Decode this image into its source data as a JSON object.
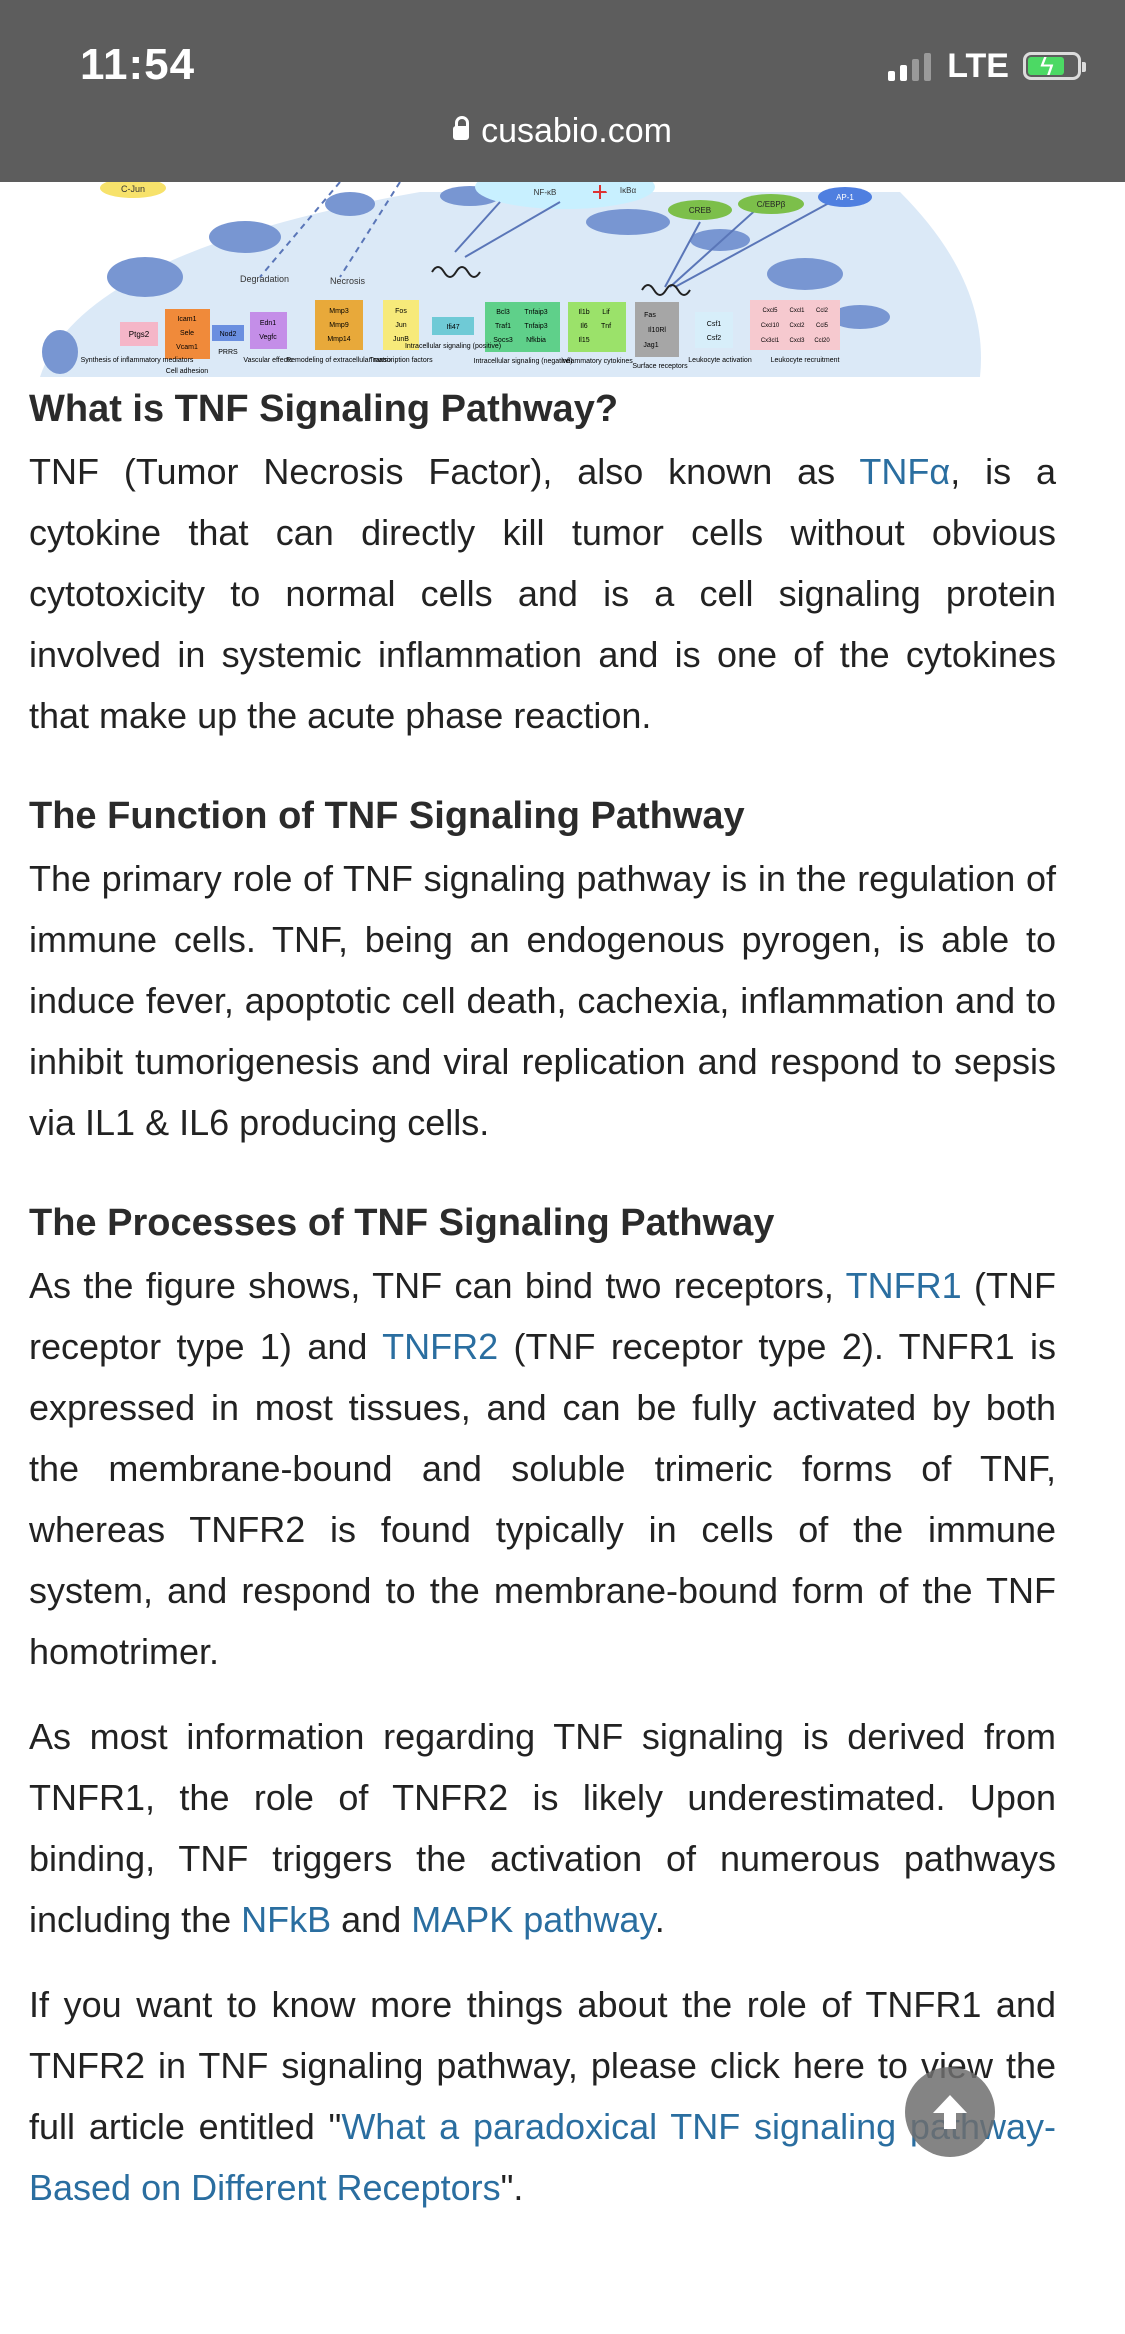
{
  "status_bar": {
    "time": "11:54",
    "network": "LTE",
    "battery_level": 0.7,
    "signal_bars_active": 2
  },
  "url_bar": {
    "domain": "cusabio.com"
  },
  "figure": {
    "labels": {
      "c_jun": "C-Jun",
      "nfkb": "NF-κB",
      "ikba": "IκBα",
      "creb": "CREB",
      "cebpb": "C/EBPβ",
      "ap1": "AP-1",
      "degradation": "Degradation",
      "necrosis": "Necrosis",
      "box_ptgs2": "Ptgs2",
      "box_icam": [
        "Icam1",
        "Sele",
        "Vcam1"
      ],
      "box_nod2": "Nod2",
      "box_edn": [
        "Edn1",
        "Vegfc"
      ],
      "box_mmp": [
        "Mmp3",
        "Mmp9",
        "Mmp14"
      ],
      "box_fos": [
        "Fos",
        "Jun",
        "JunB"
      ],
      "box_ifi47": "Ifi47",
      "box_bcl3": [
        "Bcl3",
        "Traf1",
        "Socs3"
      ],
      "box_tnfaip": [
        "Tnfaip3",
        "Tnfaip3",
        "Nfkbia"
      ],
      "box_il1b": [
        "Il1b",
        "Il6",
        "Il15"
      ],
      "box_lif": [
        "Lif",
        "Tnf"
      ],
      "box_fas": [
        "Fas",
        "Il10Rl",
        "Jag1"
      ],
      "box_csf": [
        "Csf1",
        "Csf2"
      ],
      "box_cxcl": [
        "Cxcl5",
        "Cxcl1",
        "Ccl2",
        "Cxcl10",
        "Cxcl2",
        "Ccl5",
        "Cx3cl1",
        "Cxcl3",
        "Ccl20"
      ],
      "cap_synthesis": "Synthesis of inflammatory mediators",
      "cap_adhesion": "Cell adhesion",
      "cap_prrs": "PRRS",
      "cap_vascular": "Vascular effects",
      "cap_remodel": "Remodeling of extracellular matrix",
      "cap_transcription": "Transcription factors",
      "cap_intra_pos": "Intracellular signaling (positive)",
      "cap_intra_neg": "Intracellular signaling (negative)",
      "cap_inflam": "Inflammatory cytokines",
      "cap_surface": "Surface receptors",
      "cap_leuko_act": "Leukocyte activation",
      "cap_leuko_rec": "Leukocyte recruitment"
    }
  },
  "article": {
    "s1_heading": "What is TNF Signaling Pathway?",
    "s1_p1_a": "TNF (Tumor Necrosis Factor), also known as ",
    "s1_p1_link": "TNFα",
    "s1_p1_b": ", is a cytokine that can directly kill tumor cells without obvious cytotoxicity to normal cells and is a cell signaling protein involved in systemic inflammation and is one of the cytokines that make up the acute phase reaction.",
    "s2_heading": "The Function of TNF Signaling Pathway",
    "s2_p1": "The primary role of TNF signaling pathway is in the regulation of immune cells. TNF, being an endogenous pyrogen, is able to induce fever, apoptotic cell death, cachexia, inflammation and to inhibit tumorigenesis and viral replication and respond to sepsis via IL1 & IL6 producing cells.",
    "s3_heading": "The Processes of TNF Signaling Pathway",
    "s3_p1_a": "As the figure shows, TNF can bind two receptors, ",
    "s3_p1_link1": "TNFR1",
    "s3_p1_b": " (TNF receptor type 1) and ",
    "s3_p1_link2": "TNFR2",
    "s3_p1_c": " (TNF receptor type 2). TNFR1 is expressed in most tissues, and can be fully activated by both the membrane-bound and soluble trimeric forms of TNF, whereas TNFR2 is found typically in cells of the immune system, and respond to the membrane-bound form of the TNF homotrimer.",
    "s3_p2_a": "As most information regarding TNF signaling is derived from TNFR1, the role of TNFR2 is likely underestimated. Upon binding, TNF triggers the activation of numerous pathways including the ",
    "s3_p2_link1": "NFkB",
    "s3_p2_b": " and ",
    "s3_p2_link2": "MAPK pathway",
    "s3_p2_c": ".",
    "s3_p3_a": "If you want to know more things about the role of TNFR1 and TNFR2 in TNF signaling pathway, please click here to view the full article entitled \"",
    "s3_p3_link": "What a paradoxical TNF signaling pathway-Based on Different Receptors",
    "s3_p3_b": "\"."
  },
  "colors": {
    "status_bar_bg": "#5d5d5d",
    "link": "#2a6ea0",
    "cell_blue": "#dbe9f7",
    "membrane_blue": "#6b8fcf"
  },
  "icons": {
    "lock": "lock-icon",
    "back_to_top": "arrow-up-icon",
    "battery": "battery-charging-icon",
    "signal": "cellular-signal-icon"
  }
}
